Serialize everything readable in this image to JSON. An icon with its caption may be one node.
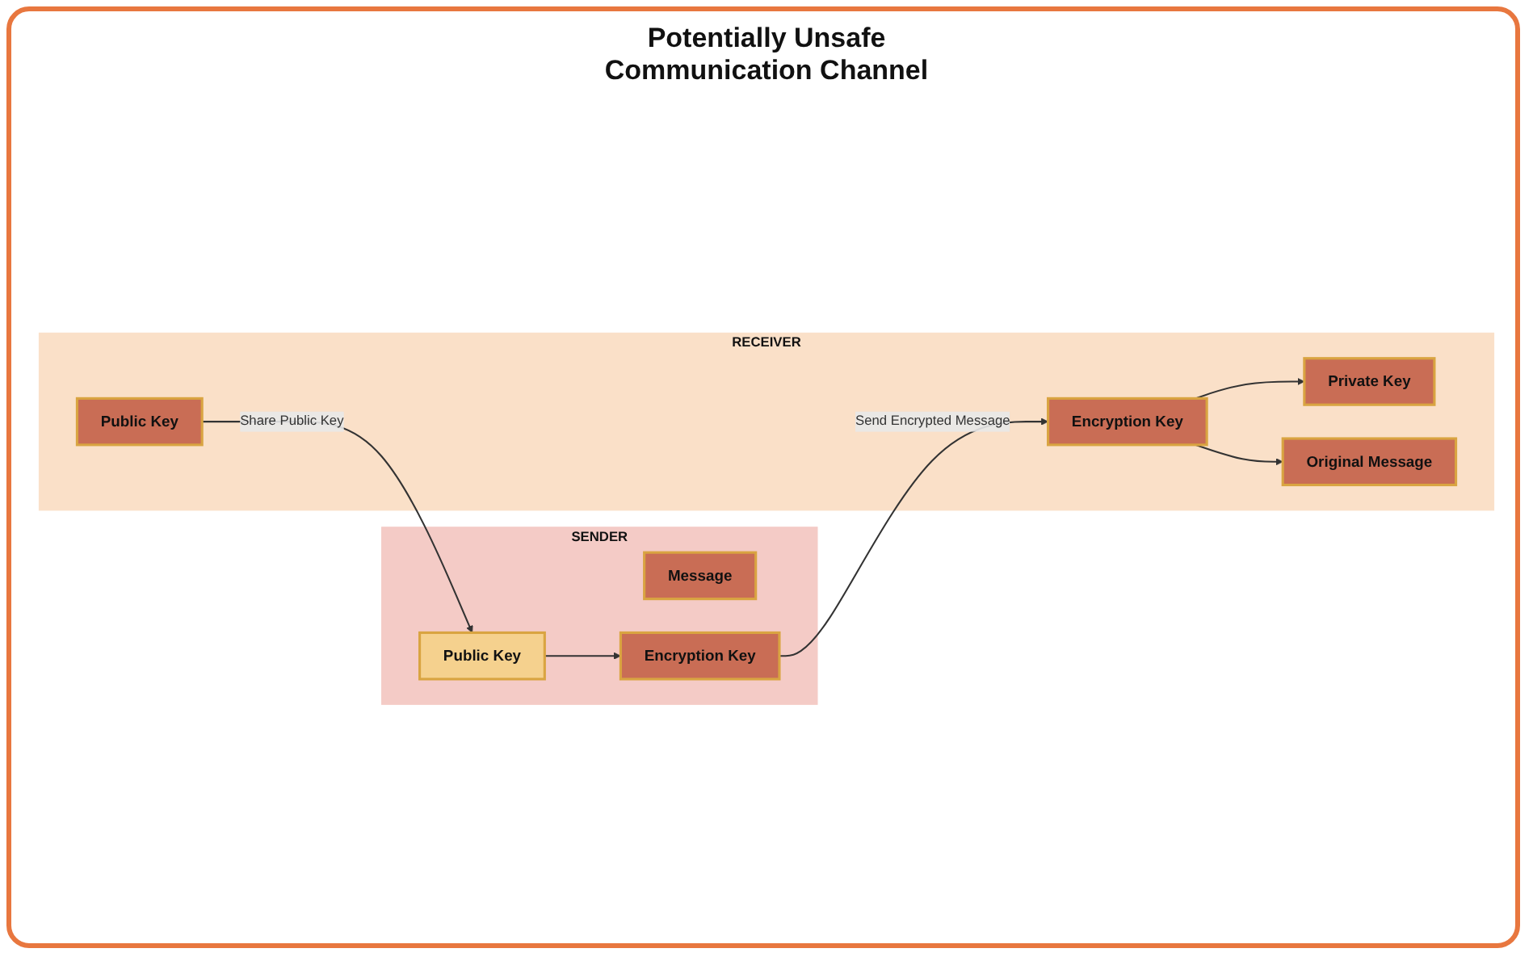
{
  "diagram": {
    "nodes": [
      {
        "text": [
          "SENDER"
        ]
      },
      {
        "text": [
          "Message"
        ],
        "in": 0
      },
      {
        "text": [
          "Public Key"
        ],
        "in": 0
      },
      {
        "text": [
          "Encryption Key"
        ],
        "in": 0
      },
      {
        "text": [
          "RECEIVER"
        ]
      },
      {
        "text": [
          "Public Key"
        ],
        "in": 4
      },
      {
        "text": [
          "Encryption Key"
        ],
        "in": 4
      },
      {
        "text": [
          "Private Key"
        ],
        "in": 4
      },
      {
        "text": [
          "Original Message"
        ],
        "in": 4
      }
    ],
    "edges": [
      {
        "from": 5,
        "to": 2,
        "arrow": "to",
        "label": "Share Public Key"
      },
      {
        "from": 2,
        "to": 3,
        "arrow": "to"
      },
      {
        "from": 3,
        "to": 6,
        "arrow": "to",
        "label": "Send Encrypted Message"
      },
      {
        "from": 6,
        "to": 7,
        "arrow": "to"
      },
      {
        "from": 6,
        "to": 8,
        "arrow": "to"
      }
    ],
    "labels": [
      "Potentially Unsafe Communication Channel"
    ]
  }
}
